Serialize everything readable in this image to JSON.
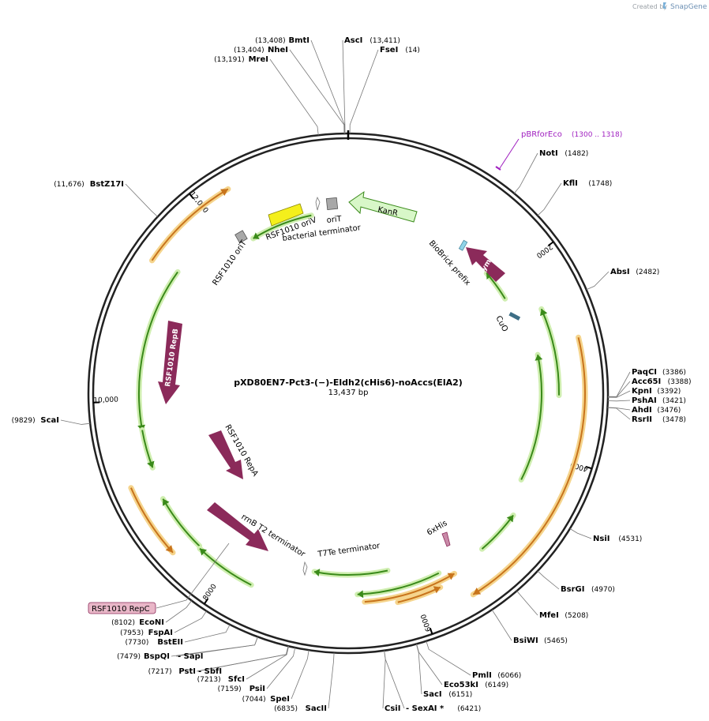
{
  "header": {
    "created_by": "Created by",
    "brand": "SnapGene"
  },
  "plasmid": {
    "name": "pXD80EN7-Pct3-(−)-Eldh2(cHis6)-noAccs(ElA2)",
    "length_label": "13,437 bp",
    "length": 13437
  },
  "ruler": [
    {
      "bp": 2000,
      "label": "2000"
    },
    {
      "bp": 4000,
      "label": "4000"
    },
    {
      "bp": 6000,
      "label": "6000"
    },
    {
      "bp": 8000,
      "label": "8000"
    },
    {
      "bp": 10000,
      "label": "10,000"
    },
    {
      "bp": 12000,
      "label": "12,000"
    }
  ],
  "sites": [
    {
      "name": "BmtI",
      "pos": "(13,408)",
      "bp": 13408
    },
    {
      "name": "NheI",
      "pos": "(13,404)",
      "bp": 13404
    },
    {
      "name": "MreI",
      "pos": "(13,191)",
      "bp": 13191
    },
    {
      "name": "AscI",
      "pos": "(13,411)",
      "bp": 13411
    },
    {
      "name": "FseI",
      "pos": "(14)",
      "bp": 14
    },
    {
      "name": "NotI",
      "pos": "(1482)",
      "bp": 1482
    },
    {
      "name": "KflI",
      "pos": "(1748)",
      "bp": 1748
    },
    {
      "name": "AbsI",
      "pos": "(2482)",
      "bp": 2482
    },
    {
      "name": "PaqCI",
      "pos": "(3386)",
      "bp": 3386
    },
    {
      "name": "Acc65I",
      "pos": "(3388)",
      "bp": 3388
    },
    {
      "name": "KpnI",
      "pos": "(3392)",
      "bp": 3392
    },
    {
      "name": "PshAI",
      "pos": "(3421)",
      "bp": 3421
    },
    {
      "name": "AhdI",
      "pos": "(3476)",
      "bp": 3476
    },
    {
      "name": "RsrII",
      "pos": "(3478)",
      "bp": 3478
    },
    {
      "name": "NsiI",
      "pos": "(4531)",
      "bp": 4531
    },
    {
      "name": "BsrGI",
      "pos": "(4970)",
      "bp": 4970
    },
    {
      "name": "MfeI",
      "pos": "(5208)",
      "bp": 5208
    },
    {
      "name": "BsiWI",
      "pos": "(5465)",
      "bp": 5465
    },
    {
      "name": "PmlI",
      "pos": "(6066)",
      "bp": 6066
    },
    {
      "name": "Eco53kI",
      "pos": "(6149)",
      "bp": 6149
    },
    {
      "name": "SacI",
      "pos": "(6151)",
      "bp": 6151
    },
    {
      "name": "CsiI",
      "pos": "",
      "bp": 6421
    },
    {
      "name": "- SexAI *",
      "pos": "(6421)",
      "bp": 6421
    },
    {
      "name": "SacII",
      "pos": "(6835)",
      "bp": 6835
    },
    {
      "name": "SpeI",
      "pos": "(7044)",
      "bp": 7044
    },
    {
      "name": "PsiI",
      "pos": "(7159)",
      "bp": 7159
    },
    {
      "name": "SfcI",
      "pos": "(7213)",
      "bp": 7213
    },
    {
      "name": "PstI",
      "pos": "(7217)",
      "bp": 7217
    },
    {
      "name": "- SbfI",
      "pos": "",
      "bp": 7217
    },
    {
      "name": "BspQI",
      "pos": "(7479)",
      "bp": 7479
    },
    {
      "name": "- SapI",
      "pos": "",
      "bp": 7479
    },
    {
      "name": "BstEII",
      "pos": "(7730)",
      "bp": 7730
    },
    {
      "name": "FspAI",
      "pos": "(7953)",
      "bp": 7953
    },
    {
      "name": "EcoNI",
      "pos": "(8102)",
      "bp": 8102
    },
    {
      "name": "ScaI",
      "pos": "(9829)",
      "bp": 9829
    },
    {
      "name": "BstZ17I",
      "pos": "(11,676)",
      "bp": 11676
    }
  ],
  "primer": {
    "name": "pBRforEco",
    "pos": "(1300 .. 1318)"
  },
  "features": {
    "kanr": "KanR",
    "cymr": "CymR",
    "repb": "RSF1010 RepB",
    "repa": "RSF1010 RepA",
    "repc": "RSF1010 RepC",
    "oriv": "RSF1010 oriV",
    "orit1": "oriT",
    "orit2": "RSF1010 oriT",
    "bact_term": "bacterial terminator",
    "biobrick": "BioBrick prefix",
    "cuo": "CuO",
    "his": "6xHis",
    "rrnb": "rrnB T2 terminator",
    "t7te": "T7Te terminator"
  },
  "colors": {
    "backbone": "#222222",
    "orf_green": "#3a8a1a",
    "orf_green_glow": "#cfeeb0",
    "orf_orange": "#c8741c",
    "orf_orange_glow": "#f5d48c",
    "feature_purple": "#8b2a5a",
    "kanr_fill": "#d8f7c8",
    "oriv_fill": "#f4ef1c",
    "terminator_gray": "#a8a8a8",
    "primer_purple": "#a020c0",
    "cuo_blue": "#3d6e86",
    "repc_fill": "#e9b7c8"
  }
}
